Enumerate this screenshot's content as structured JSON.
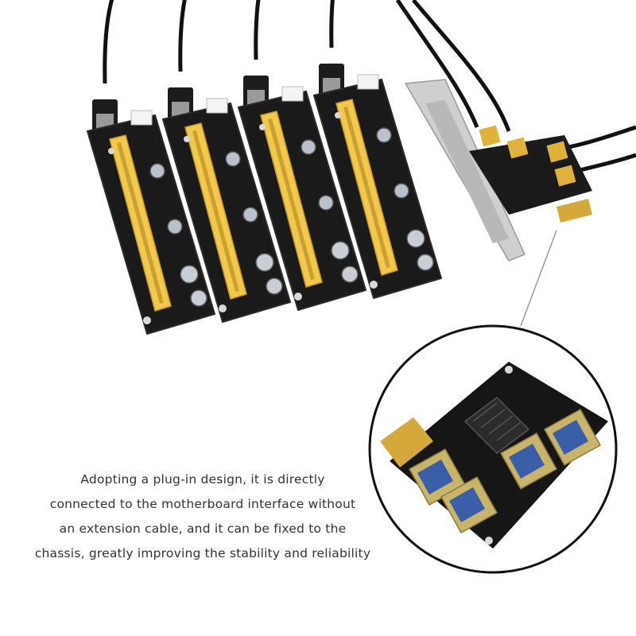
{
  "product_photo": {
    "riser_cards": {
      "count": 4,
      "slot_color": "#f2c94c",
      "pcb_color": "#1a1a1a"
    },
    "splitter_card": {
      "usb_ports": 4,
      "gold_finger_color": "#d4a83a"
    }
  },
  "caption": {
    "lines": [
      "Adopting a plug-in design, it is directly",
      "connected to the motherboard interface without",
      "an extension cable, and it can be fixed to the",
      "chassis, greatly improving the stability and reliability"
    ]
  }
}
